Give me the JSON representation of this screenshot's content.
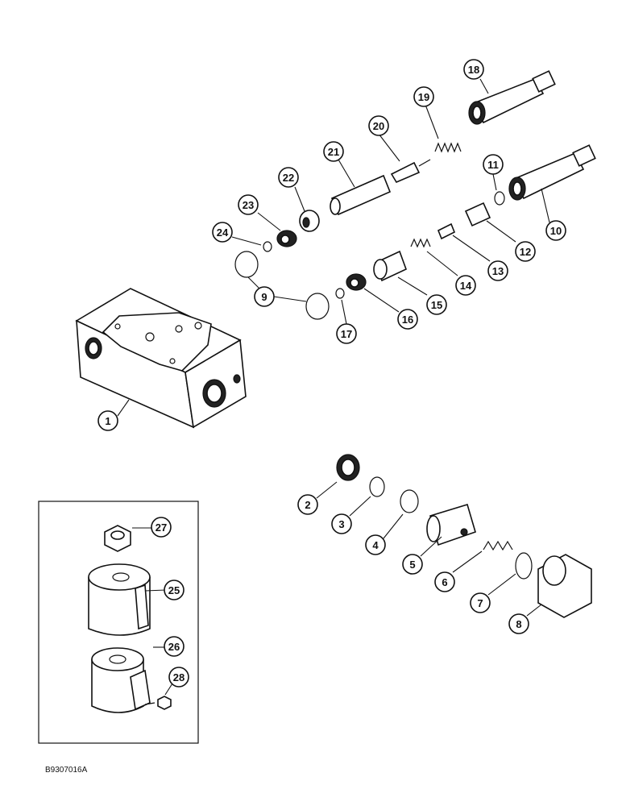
{
  "figure_id": "B9307016A",
  "callouts": [
    "1",
    "2",
    "3",
    "4",
    "5",
    "6",
    "7",
    "8",
    "9",
    "10",
    "11",
    "12",
    "13",
    "14",
    "15",
    "16",
    "17",
    "18",
    "19",
    "20",
    "21",
    "22",
    "23",
    "24",
    "25",
    "26",
    "27",
    "28"
  ]
}
